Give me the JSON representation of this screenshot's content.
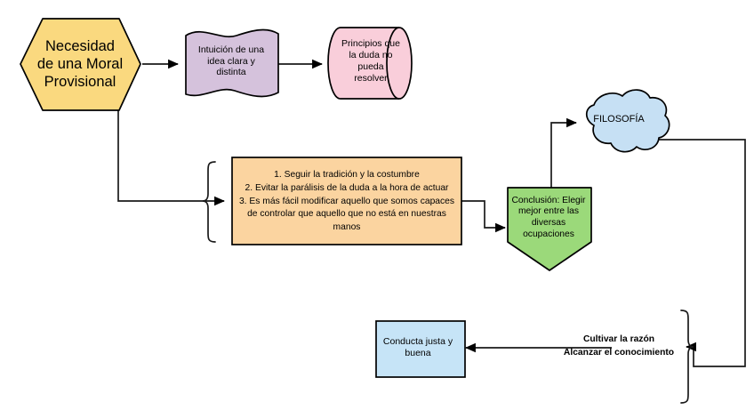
{
  "diagram": {
    "title": "Necesidad de una Moral Provisional",
    "nodes": {
      "hexagon": {
        "label": "Necesidad\nde una Moral\nProvisional",
        "shape": "hexagon",
        "fill": "#FAD97F",
        "stroke": "#000000"
      },
      "flag": {
        "label": "Intuición de una\nidea clara y\ndistinta",
        "shape": "wavy-banner",
        "fill": "#D5C2DC",
        "stroke": "#000000"
      },
      "cylinder": {
        "label": "Principios que\nla duda no\npueda\nresolver",
        "shape": "cylinder",
        "fill": "#F9CEDA",
        "stroke": "#000000"
      },
      "list": {
        "label": "1.  Seguir la tradición y la costumbre\n2. Evitar la parálisis de la duda a la hora de actuar\n3. Es más fácil modificar aquello que somos capaces\nde controlar que aquello que no está en nuestras\nmanos",
        "shape": "rectangle",
        "fill": "#FBD4A0",
        "stroke": "#000000"
      },
      "pentagon": {
        "label": "Conclusión: Elegir\nmejor entre las\ndiversas\nocupaciones",
        "shape": "pentagon-down",
        "fill": "#9BD97A",
        "stroke": "#000000"
      },
      "cloud": {
        "label": "FILOSOFÍA",
        "shape": "cloud",
        "fill": "#C6E0F4",
        "stroke": "#000000"
      },
      "conduct": {
        "label": "Conducta justa y\nbuena",
        "shape": "rectangle",
        "fill": "#C6E4F7",
        "stroke": "#000000"
      },
      "cultivate": {
        "label": "Cultivar la razón\nAlcanzar el conocimiento",
        "shape": "text",
        "fill": "none",
        "stroke": "none"
      }
    },
    "braces": [
      {
        "name": "list-left-brace"
      },
      {
        "name": "cultivate-right-brace"
      }
    ],
    "connectors": [
      {
        "from": "hexagon",
        "to": "flag",
        "arrow": true
      },
      {
        "from": "flag",
        "to": "cylinder",
        "arrow": true
      },
      {
        "from": "hexagon",
        "to": "list",
        "arrow": true
      },
      {
        "from": "list",
        "to": "pentagon",
        "arrow": true
      },
      {
        "from": "pentagon",
        "to": "cloud",
        "arrow": true
      },
      {
        "from": "cloud",
        "to": "cultivate-brace",
        "arrow": true
      },
      {
        "from": "cultivate",
        "to": "conduct",
        "arrow": true
      }
    ]
  }
}
